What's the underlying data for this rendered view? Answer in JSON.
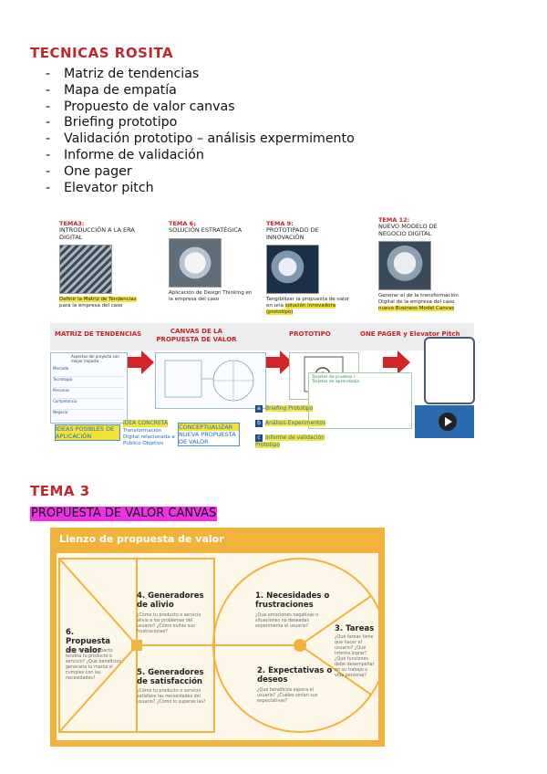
{
  "heading": "TECNICAS ROSITA",
  "techniques": [
    "Matriz de tendencias",
    "Mapa de empatía",
    "Propuesto de valor canvas",
    "Briefing prototipo",
    "Validación prototipo – análisis expermimento",
    "Informe de validación",
    "One pager",
    "Elevator pitch"
  ],
  "bullet_marker": "-",
  "collage": {
    "themes": [
      {
        "title": "TEMA3:",
        "subtitle": "INTRODUCCIÓN A LA ERA DIGITAL",
        "caption_hl": "Definir la Matriz de Tendencias",
        "caption": "para la empresa del caso"
      },
      {
        "title": "TEMA 6:",
        "subtitle": "SOLUCIÓN ESTRATÉGICA",
        "caption_hl": "Design Thinking",
        "caption": "Aplicación de Design Thinking en la empresa del caso"
      },
      {
        "title": "TEMA 9:",
        "subtitle": "PROTOTIPADO DE INNOVACIÓN",
        "caption_hl": "solución innovadora (prototipo)",
        "caption": "Tangibilizar la propuesta de valor en una"
      },
      {
        "title": "TEMA 12:",
        "subtitle": "NUEVO MODELO DE NEGOCIO DIGITAL",
        "caption_hl": "nuevo Business Model Canvas",
        "caption": "Generar el de la transformación Digital de la empresa del caso"
      }
    ],
    "stages": [
      "MATRIZ DE TENDENCIAS",
      "CANVAS DE LA PROPUESTA DE VALOR",
      "PROTOTIPO",
      "ONE PAGER y Elevator Pitch"
    ],
    "matrix_header": "Aspectos del proyecto con mayor impacto",
    "matrix_rows": [
      "Mercado",
      "Tecnología",
      "Personas",
      "Competencia",
      "Negocio"
    ],
    "ideas_label": "IDEAS POSIBLES DE APLICACIÓN",
    "idea_concreta": "IDEA CONCRETA",
    "idea_desc": "Transformación Digital relacionada a Público Objetivo",
    "conceptualizar": "CONCEPTUALIZAR",
    "nueva_propuesta": "NUEVA PROPUESTA DE VALOR",
    "prototype_steps": [
      {
        "letter": "a",
        "label": "Briefing Prototipo"
      },
      {
        "letter": "b",
        "label": "Análisis Experimentos"
      },
      {
        "letter": "c",
        "label": "Informe de validación Prototipo"
      }
    ],
    "prototype_board": "Tarjetas de pruebas / Tarjetas de aprendizaje"
  },
  "tema3": "TEMA 3",
  "pv_heading": "PROPUESTA DE VALOR CANVAS",
  "canvas": {
    "title": "Lienzo de propuesta de valor",
    "sections": {
      "s4_title": "4. Generadores de alivio",
      "s4_text": "¿Cómo tu producto o servicio alivia a los problemas del usuario? ¿Cómo evitas sus frustraciones?",
      "s6_title": "6. Propuesta de valor",
      "s6_text": "¿Qué tipo de impacto tendría tu producto o servicio? ¿Qué beneficios generaría tu marca si cumples con las necesidades?",
      "s5_title": "5. Generadores de satisfacción",
      "s5_text": "¿Cómo tu producto o servicio satisface las necesidades del usuario? ¿Cómo lo superas las?",
      "s1_title": "1. Necesidades o frustraciones",
      "s1_text": "¿Qué emociones negativas o situaciones no deseadas experimenta el usuario?",
      "s3_title": "3. Tareas",
      "s3_text": "¿Qué tareas tiene que hacer el usuario? ¿Qué intenta lograr? ¿Qué funciones debe desempeñar en su trabajo o vida personal?",
      "s2_title": "2. Expectativas o deseos",
      "s2_text": "¿Qué beneficios espera el usuario? ¿Cuáles serían sus expectativas?"
    }
  },
  "colors": {
    "heading_red": "#c0262c",
    "highlight_magenta": "#ee31e6",
    "canvas_orange": "#f2b33d",
    "canvas_bg": "#fdf7ea",
    "highlight_yellow": "#f4e23a"
  }
}
